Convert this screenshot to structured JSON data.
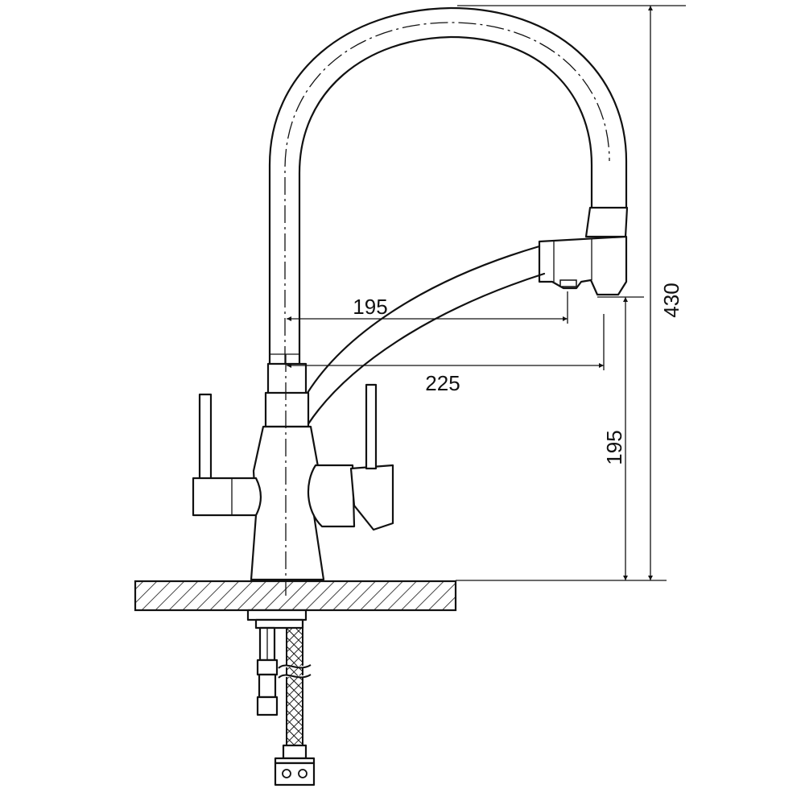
{
  "drawing": {
    "line_color": "#111111",
    "background": "#ffffff"
  },
  "dimensions": {
    "spout_reach_inner": "195",
    "spout_reach_outer": "225",
    "outlet_height": "195",
    "overall_height": "430"
  }
}
